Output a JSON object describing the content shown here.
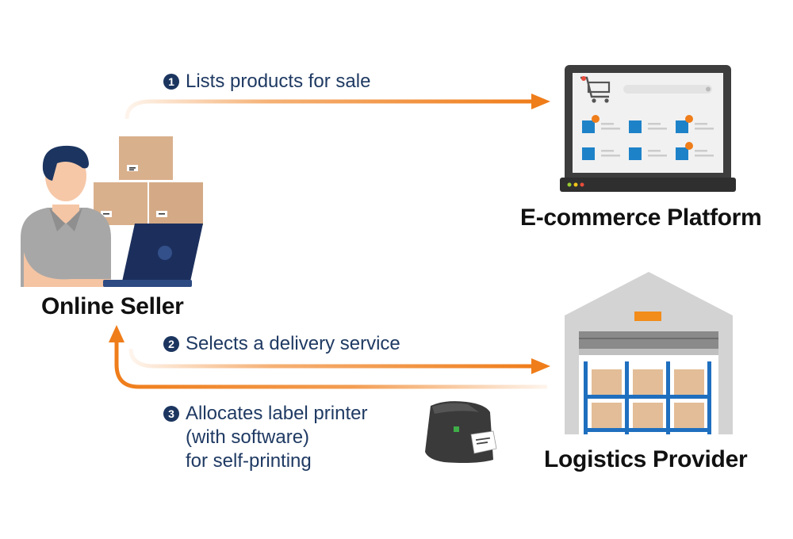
{
  "nodes": {
    "seller": {
      "label": "Online Seller"
    },
    "platform": {
      "label": "E-commerce Platform"
    },
    "logistics": {
      "label": "Logistics Provider"
    }
  },
  "steps": [
    {
      "number": "1",
      "text": "Lists products for sale"
    },
    {
      "number": "2",
      "text": "Selects a delivery service"
    },
    {
      "number": "3",
      "text": "Allocates label printer\n(with software)\nfor self-printing"
    }
  ],
  "colors": {
    "arrow": "#ef7d1a",
    "text_dark": "#1f3a63",
    "box": "#d9b08c",
    "laptop": "#1b2f5b",
    "shirt": "#a9a9a9",
    "shelf": "#1f6fbf",
    "platform_tile": "#1e82c8"
  },
  "icons": [
    "seller-person-icon",
    "parcel-boxes-icon",
    "laptop-icon",
    "shopping-cart-icon",
    "warehouse-icon",
    "label-printer-icon"
  ]
}
